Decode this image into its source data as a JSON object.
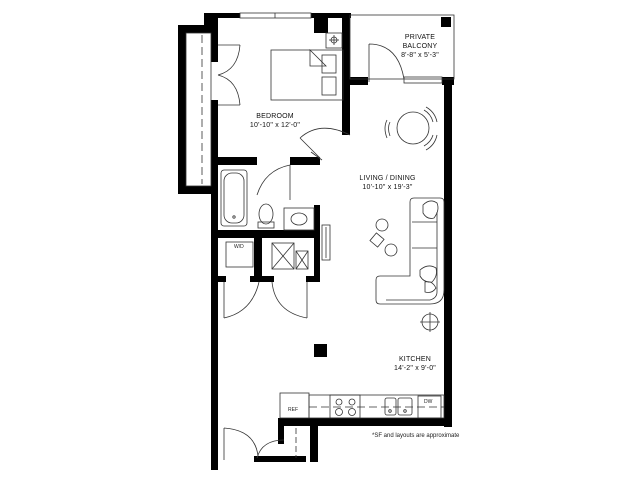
{
  "floorplan": {
    "rooms": [
      {
        "id": "balcony",
        "name": "PRIVATE",
        "name2": "BALCONY",
        "dims": "8'-8\" x 5'-3\""
      },
      {
        "id": "bedroom",
        "name": "BEDROOM",
        "dims": "10'-10\" x 12'-0\""
      },
      {
        "id": "living",
        "name": "LIVING / DINING",
        "dims": "10'-10\" x 19'-3\""
      },
      {
        "id": "kitchen",
        "name": "KITCHEN",
        "dims": "14'-2\" x 9'-0\""
      }
    ],
    "appliances": {
      "washer_dryer": "W/D",
      "refrigerator": "REF",
      "dishwasher": "DW"
    },
    "footnote": "*SF and layouts are approximate",
    "colors": {
      "wall": "#000000",
      "line": "#333333",
      "background": "#ffffff"
    }
  }
}
